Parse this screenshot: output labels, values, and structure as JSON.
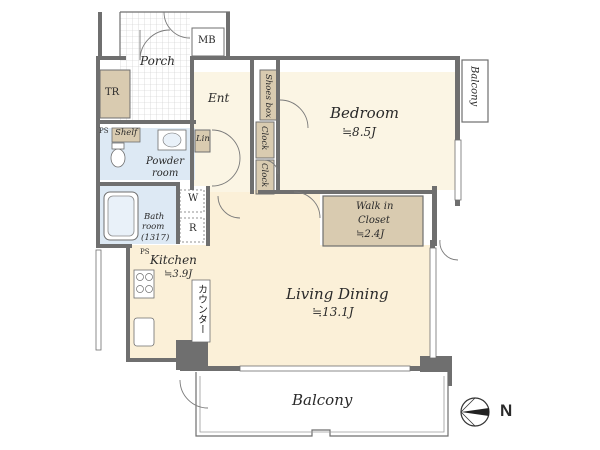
{
  "rooms": {
    "bedroom": {
      "name": "Bedroom",
      "area": "≒8.5J"
    },
    "living_dining": {
      "name": "Living Dining",
      "area": "≒13.1J"
    },
    "kitchen": {
      "name": "Kitchen",
      "area": "≒3.9J"
    },
    "walk_in_closet": {
      "name_line1": "Walk in",
      "name_line2": "Closet",
      "area": "≒2.4J"
    },
    "powder_room": {
      "name_line1": "Powder",
      "name_line2": "room"
    },
    "bathroom": {
      "name_line1": "Bath",
      "name_line2": "room",
      "size": "(1317)"
    },
    "entrance": "Ent",
    "porch": "Porch",
    "balcony_bottom": "Balcony",
    "balcony_right": "Balcony"
  },
  "fixtures": {
    "mb": "MB",
    "tr": "TR",
    "shoes_box": "Shoes box",
    "clock1": "Clock",
    "clock2": "Clock",
    "shelf": "Shelf",
    "lin": "Lin",
    "ps1": "PS",
    "ps2": "PS",
    "washer": "W",
    "refrigerator": "R",
    "counter": "カウンター"
  },
  "compass": {
    "label": "N"
  },
  "colors": {
    "wall": "#6f6f6f",
    "bedroom_floor": "#fbf5e4",
    "living_floor": "#fbf0d8",
    "wet_area": "#dde9f4",
    "storage": "#d9cbb0",
    "outdoor": "#ffffff"
  }
}
